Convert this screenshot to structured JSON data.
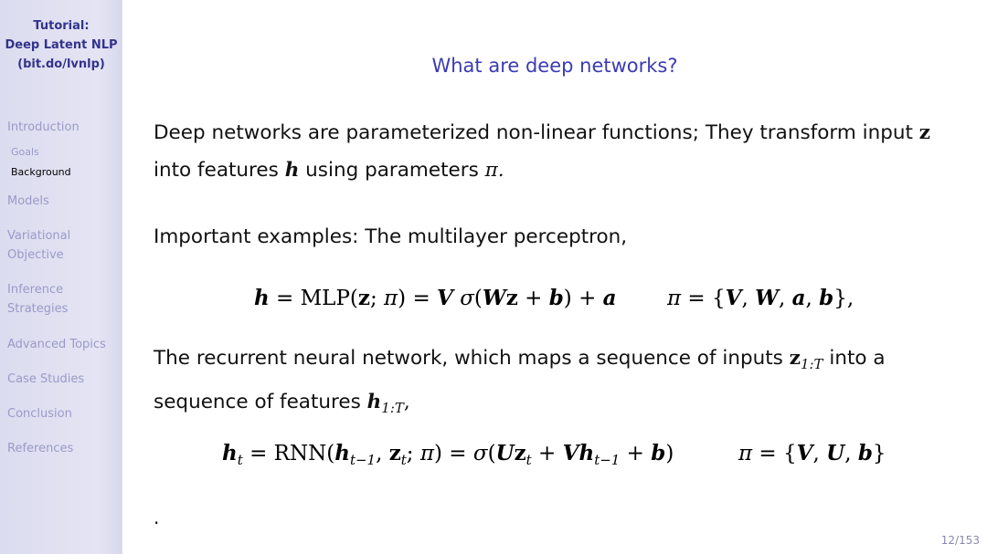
{
  "sidebar": {
    "title_line1": "Tutorial:",
    "title_line2": "Deep Latent NLP",
    "title_line3": "(bit.do/lvnlp)",
    "sections": [
      {
        "label": "Introduction"
      },
      {
        "label": "Goals"
      },
      {
        "label": "Background"
      },
      {
        "label": "Models"
      },
      {
        "label": "Variational"
      },
      {
        "label": "Objective"
      },
      {
        "label": "Inference"
      },
      {
        "label": "Strategies"
      },
      {
        "label": "Advanced Topics"
      },
      {
        "label": "Case Studies"
      },
      {
        "label": "Conclusion"
      },
      {
        "label": "References"
      }
    ]
  },
  "slide": {
    "title": "What are deep networks?",
    "p1_a": "Deep networks are parameterized non-linear functions; They transform input ",
    "p1_b": "into features ",
    "p1_c": " using parameters ",
    "p2": "Important examples: The multilayer perceptron,",
    "p3_a": "The recurrent neural network, which maps a sequence of inputs ",
    "p3_b": " into a",
    "p3_c": "sequence of features ",
    "dot": ".",
    "page": "12/153"
  },
  "colors": {
    "title": "#3b3bb3",
    "sidebar_title": "#33338c",
    "sidebar_bg": "#e0e0f2",
    "nav_inactive": "#9a9ac8"
  }
}
